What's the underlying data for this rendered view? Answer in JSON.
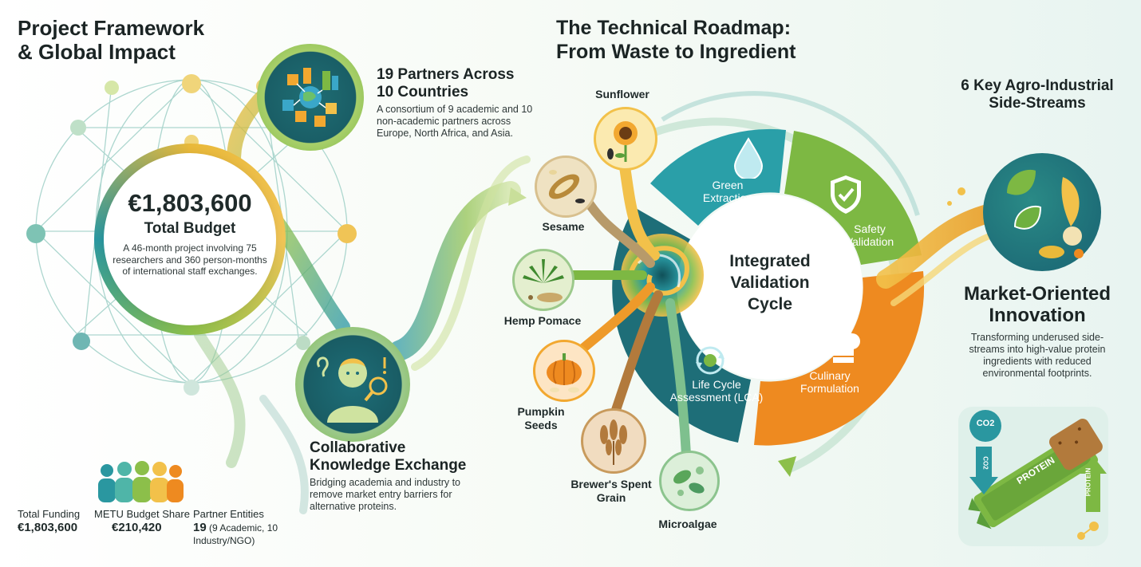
{
  "left": {
    "title_line1": "Project Framework",
    "title_line2": "& Global Impact",
    "budget": {
      "amount": "€1,803,600",
      "label": "Total Budget",
      "desc": "A 46-month project involving 75 researchers and 360 person-months of international staff exchanges."
    },
    "partners": {
      "title_line1": "19 Partners Across",
      "title_line2": "10 Countries",
      "desc": "A consortium of 9 academic and 10 non-academic partners across Europe, North Africa, and Asia."
    },
    "exchange": {
      "title_line1": "Collaborative",
      "title_line2": "Knowledge Exchange",
      "desc": "Bridging academia and industry to remove market entry barriers for alternative proteins."
    },
    "stats": [
      {
        "label": "Total Funding",
        "value": "€1,803,600",
        "note": ""
      },
      {
        "label": "METU Budget Share",
        "value": "€210,420",
        "note": ""
      },
      {
        "label": "Partner Entities",
        "value": "19",
        "note": "(9 Academic, 10 Industry/NGO)"
      }
    ]
  },
  "middle": {
    "title_line1": "The Technical Roadmap:",
    "title_line2": "From Waste to Ingredient",
    "cycle_title": "Integrated Validation Cycle",
    "segments": [
      {
        "label": "Green Extraction",
        "color": "#2a9fa8"
      },
      {
        "label": "Safety Validation",
        "color": "#7db843"
      },
      {
        "label": "Culinary Formulation",
        "color": "#ee8a20"
      },
      {
        "label": "Life Cycle Assessment (LCA)",
        "color": "#1e6e78"
      }
    ],
    "sources": [
      {
        "label": "Sunflower",
        "icon": "sunflower-icon"
      },
      {
        "label": "Sesame",
        "icon": "sesame-icon"
      },
      {
        "label": "Hemp Pomace",
        "icon": "hemp-icon"
      },
      {
        "label": "Pumpkin Seeds",
        "icon": "pumpkin-icon"
      },
      {
        "label": "Brewer's Spent Grain",
        "icon": "wheat-icon"
      },
      {
        "label": "Microalgae",
        "icon": "microalgae-icon"
      }
    ]
  },
  "right": {
    "title_line1": "6 Key Agro-Industrial",
    "title_line2": "Side-Streams",
    "market_title_line1": "Market-Oriented",
    "market_title_line2": "Innovation",
    "market_desc": "Transforming underused side-streams into high-value protein ingredients with reduced environmental footprints.",
    "bar": {
      "wrapper_text": "PROTEIN",
      "co2": "CO2",
      "arrow_down": "CO2",
      "arrow_up": "PROTEIN"
    }
  }
}
